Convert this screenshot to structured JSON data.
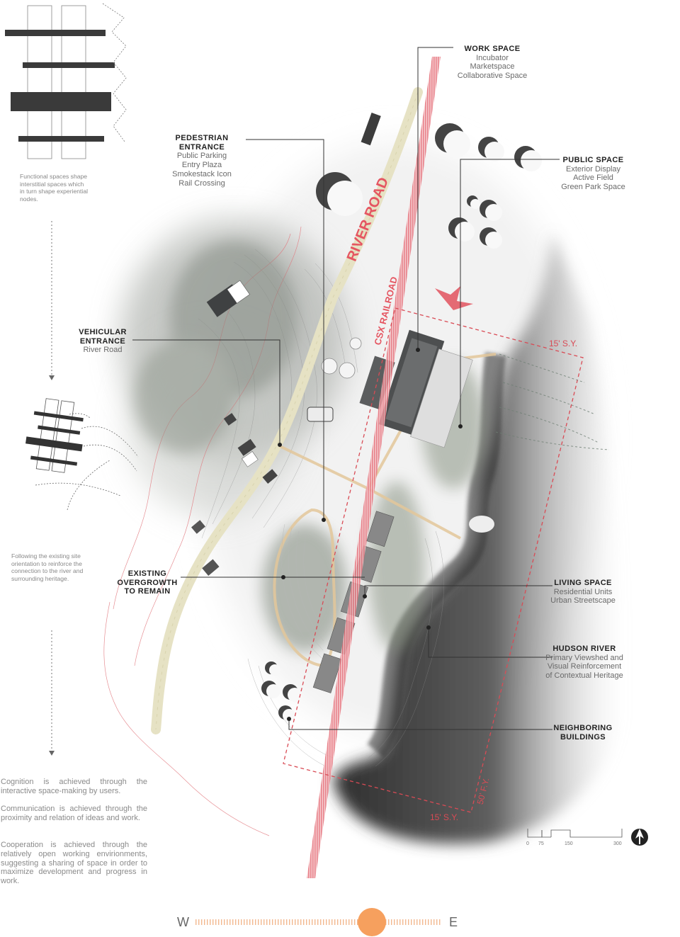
{
  "labels": {
    "work_space": {
      "title": "WORK SPACE",
      "items": [
        "Incubator",
        "Marketspace",
        "Collaborative Space"
      ]
    },
    "pedestrian": {
      "title_lines": [
        "PEDESTRIAN",
        "ENTRANCE"
      ],
      "items": [
        "Public Parking",
        "Entry Plaza",
        "Smokestack Icon",
        "Rail Crossing"
      ]
    },
    "public_space": {
      "title": "PUBLIC SPACE",
      "items": [
        "Exterior Display",
        "Active Field",
        "Green Park Space"
      ]
    },
    "vehicular": {
      "title_lines": [
        "VEHICULAR",
        "ENTRANCE"
      ],
      "items": [
        "River Road"
      ]
    },
    "overgrowth": {
      "title_lines": [
        "EXISTING",
        "OVERGROWTH",
        "TO REMAIN"
      ]
    },
    "living_space": {
      "title": "LIVING SPACE",
      "items": [
        "Residential Units",
        "Urban Streetscape"
      ]
    },
    "hudson": {
      "title": "HUDSON RIVER",
      "items": [
        "Primary Viewshed and",
        "Visual Reinforcement",
        "of Contextual Heritage"
      ]
    },
    "neighboring": {
      "title_lines": [
        "NEIGHBORING",
        "BUILDINGS"
      ]
    }
  },
  "map_text": {
    "river_road": "RIVER ROAD",
    "csx_railroad": "CSX RAILROAD",
    "setback_side_top": "15' S.Y.",
    "setback_side_bottom": "15' S.Y.",
    "setback_front": "50' F.Y."
  },
  "notes": {
    "functional": [
      "Functional spaces shape",
      "interstitial spaces which",
      "in turn shape experiential",
      "nodes."
    ],
    "orientation": [
      "Following the existing site",
      "orientation to reinforce the",
      "connection to the river and",
      "surrounding heritage."
    ],
    "cognition": "Cognition is achieved through the interactive space-making by users.",
    "communication": "Communication is achieved through the proximity and relation of ideas and work.",
    "cooperation": "Cooperation is achieved through the relatively open working envirionments, suggesting a sharing of space in order to maximize development and progress in work."
  },
  "scale_bar": {
    "ticks": [
      "0",
      "75",
      "150",
      "300"
    ]
  },
  "compass": {
    "west": "W",
    "east": "E"
  },
  "colors": {
    "red_accent": "#e0535d",
    "road": "#e6e2c4",
    "sun": "#f6a05e",
    "building_dark": "#3f4142",
    "river": "#5c5c5c",
    "vegetation": "#8a9286"
  }
}
